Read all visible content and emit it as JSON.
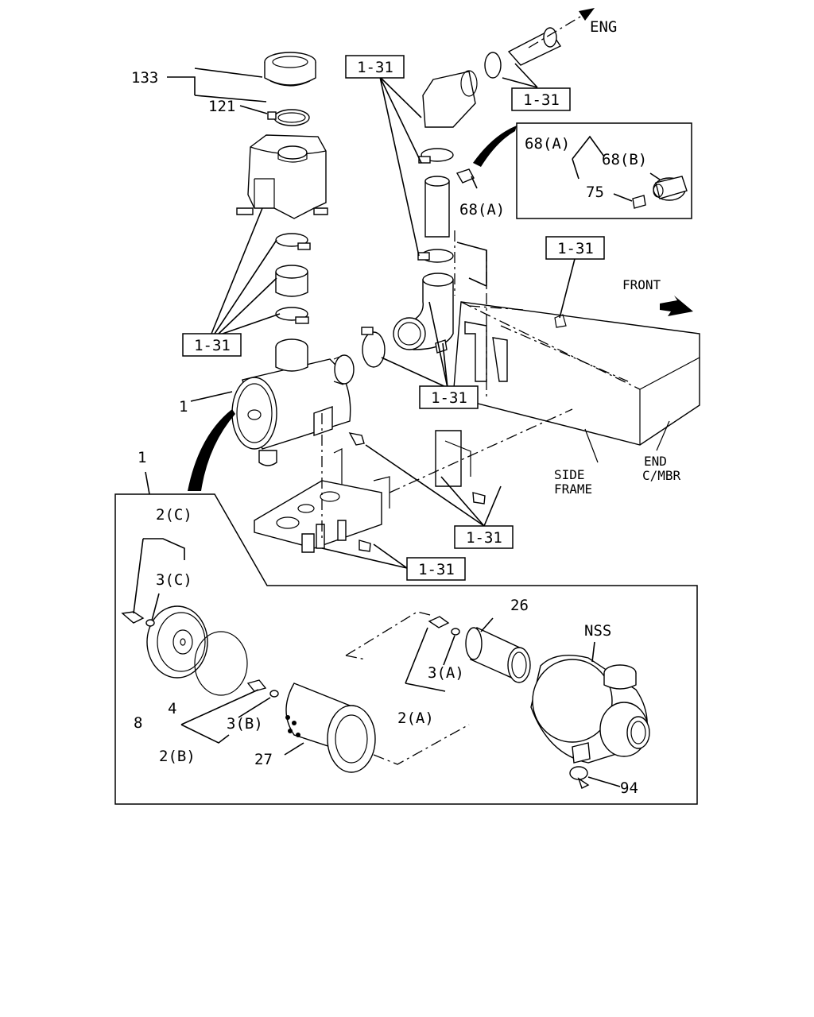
{
  "labels": {
    "eng": "ENG",
    "front": "FRONT",
    "side_frame_1": "SIDE",
    "side_frame_2": "FRAME",
    "end_mbr_1": "END",
    "end_mbr_2": "C/MBR",
    "p133": "133",
    "p121": "121",
    "p1_upper": "1",
    "p1_detail": "1",
    "p2c": "2(C)",
    "p3c": "3(C)",
    "p8": "8",
    "p4": "4",
    "p3b": "3(B)",
    "p2b": "2(B)",
    "p27": "27",
    "p26": "26",
    "p3a": "3(A)",
    "p2a": "2(A)",
    "nss": "NSS",
    "p94": "94",
    "p68a_main": "68(A)",
    "p68a_inset": "68(A)",
    "p68b_inset": "68(B)",
    "p75_inset": "75"
  },
  "refs": {
    "r1": "1-31",
    "r2": "1-31",
    "r3": "1-31",
    "r4": "1-31",
    "r5": "1-31",
    "r6": "1-31",
    "r7": "1-31"
  }
}
